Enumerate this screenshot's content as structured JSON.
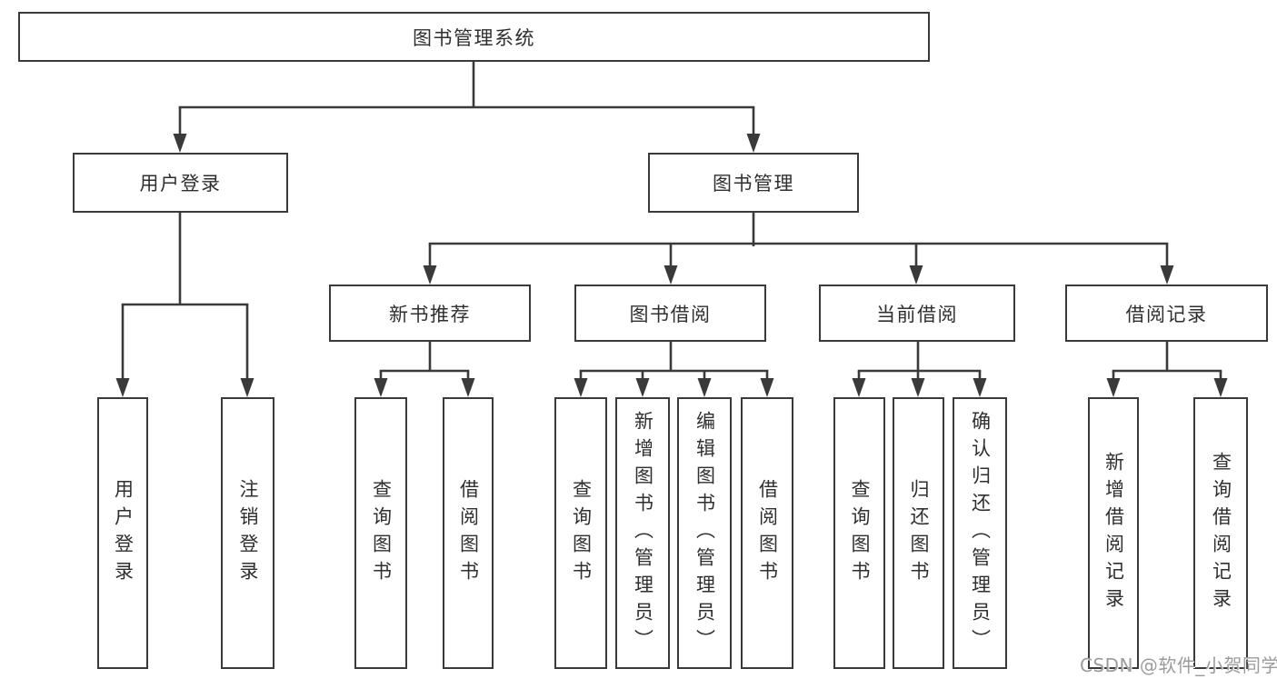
{
  "tree": {
    "root": "图书管理系统",
    "branches": [
      {
        "label": "用户登录",
        "children": [
          "用户登录",
          "注销登录"
        ]
      },
      {
        "label": "图书管理",
        "sections": [
          {
            "label": "新书推荐",
            "children": [
              "查询图书",
              "借阅图书"
            ]
          },
          {
            "label": "图书借阅",
            "children": [
              "查询图书",
              "新增图书（管理员）",
              "编辑图书（管理员）",
              "借阅图书"
            ]
          },
          {
            "label": "当前借阅",
            "children": [
              "查询图书",
              "归还图书",
              "确认归还（管理员）"
            ]
          },
          {
            "label": "借阅记录",
            "children": [
              "新增借阅记录",
              "查询借阅记录"
            ]
          }
        ]
      }
    ]
  },
  "watermark": "CSDN @软件_小贺同学",
  "colors": {
    "line": "#3a3a3a",
    "text": "#2f2f2f",
    "background": "#ffffff",
    "watermark": "#9c9c9c"
  }
}
